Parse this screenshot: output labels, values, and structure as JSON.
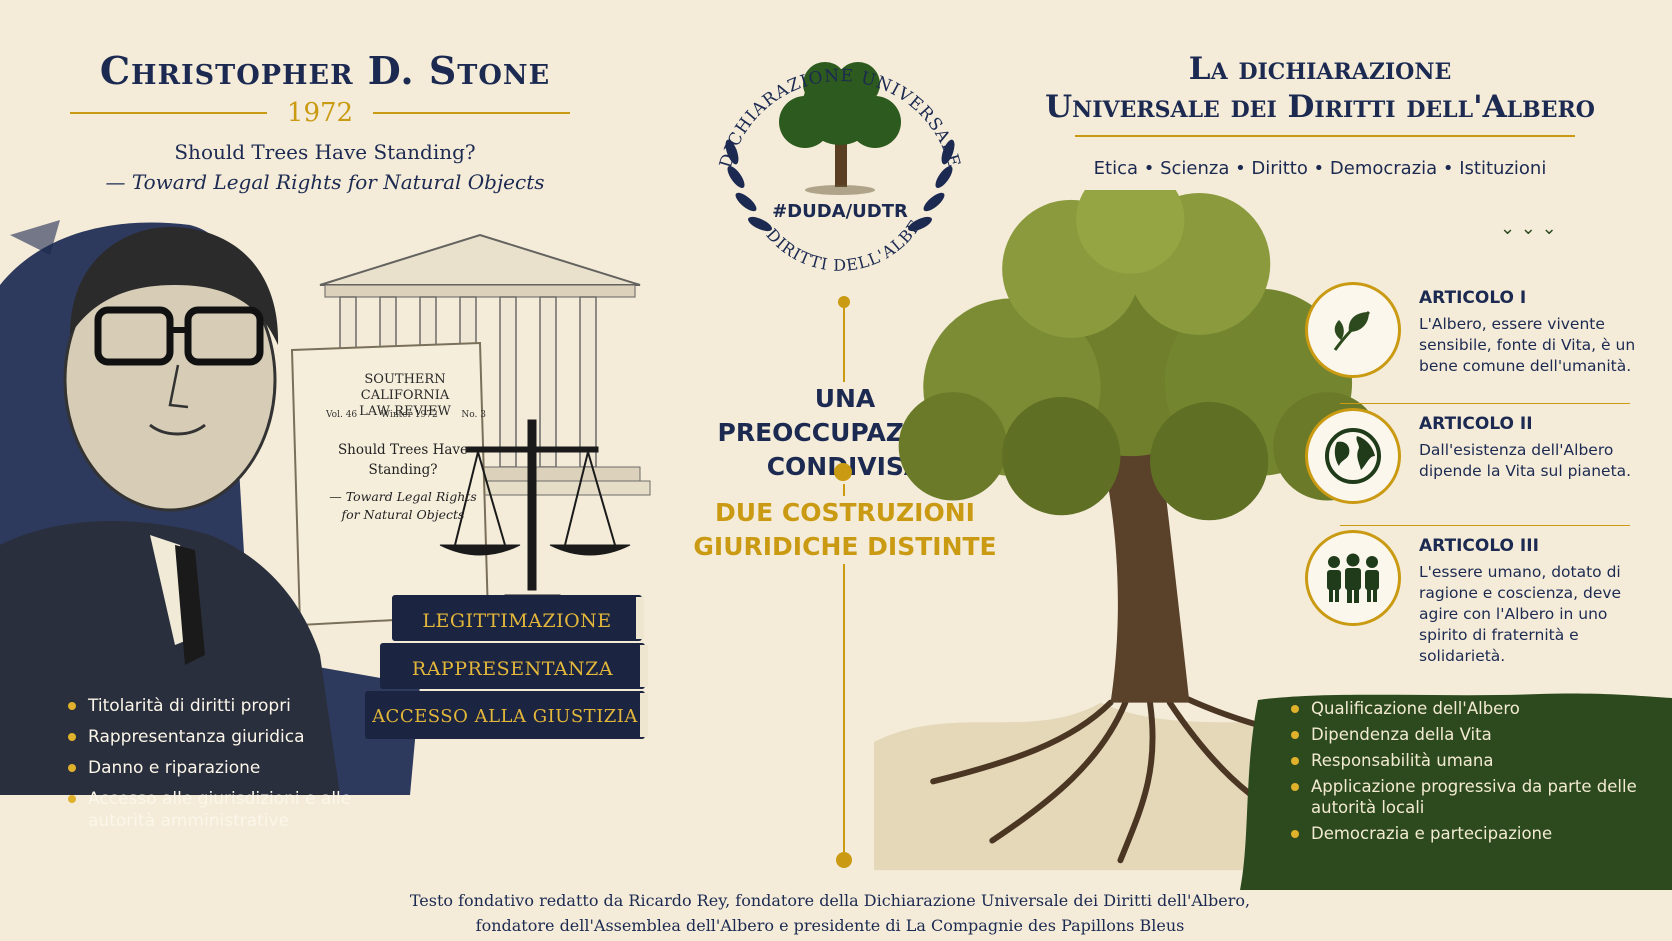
{
  "left": {
    "title": "Christopher D. Stone",
    "year": "1972",
    "subtitle_line1": "Should Trees Have Standing?",
    "subtitle_line2": "— Toward Legal Rights for Natural Objects",
    "journal": {
      "name_line1": "SOUTHERN CALIFORNIA",
      "name_line2": "LAW REVIEW",
      "vol": "Vol. 46",
      "issue_date": "Winter 1972",
      "number": "No. 3",
      "article_line1": "Should Trees Have",
      "article_line2": "Standing?",
      "article_line3": "— Toward Legal Rights",
      "article_line4": "for Natural Objects"
    },
    "books": [
      "LEGITTIMAZIONE",
      "RAPPRESENTANZA",
      "ACCESSO ALLA GIUSTIZIA"
    ],
    "bullets": [
      "Titolarità di diritti propri",
      "Rappresentanza giuridica",
      "Danno e riparazione",
      "Accesso alle giurisdizioni e alle autorità amministrative"
    ]
  },
  "center": {
    "seal_top": "DICHIARAZIONE UNIVERSALE",
    "seal_bottom": "DEI DIRITTI DELL'ALBERO",
    "seal_tag": "#DUDA/UDTR",
    "title1": "UNA PREOCCUPAZIONE CONDIVISA",
    "title2": "DUE COSTRUZIONI GIURIDICHE DISTINTE"
  },
  "right": {
    "title_line1": "La dichiarazione",
    "title_line2": "Universale dei Diritti dell'Albero",
    "tags": "Etica • Scienza • Diritto • Democrazia • Istituzioni",
    "articles": [
      {
        "title": "ARTICOLO I",
        "text": "L'Albero, essere vivente sensibile, fonte di Vita, è un bene comune dell'umanità.",
        "icon": "leaf-icon"
      },
      {
        "title": "ARTICOLO II",
        "text": "Dall'esistenza dell'Albero dipende la Vita sul pianeta.",
        "icon": "globe-icon"
      },
      {
        "title": "ARTICOLO III",
        "text": "L'essere umano, dotato di ragione e coscienza, deve agire con l'Albero in uno spirito di fraternità e solidarietà.",
        "icon": "people-icon"
      }
    ],
    "bullets": [
      "Qualificazione dell'Albero",
      "Dipendenza della Vita",
      "Responsabilità umana",
      "Applicazione progressiva da parte delle autorità locali",
      "Democrazia e partecipazione"
    ]
  },
  "footer": {
    "line1": "Testo fondativo redatto da Ricardo Rey, fondatore della Dichiarazione Universale dei Diritti dell'Albero,",
    "line2": "fondatore dell'Assemblea dell'Albero e presidente di La Compagnie des Papillons Bleus"
  },
  "colors": {
    "navy": "#1c2a52",
    "gold": "#c99a12",
    "green": "#2d4a1e",
    "parchment": "#f4ecd9"
  }
}
